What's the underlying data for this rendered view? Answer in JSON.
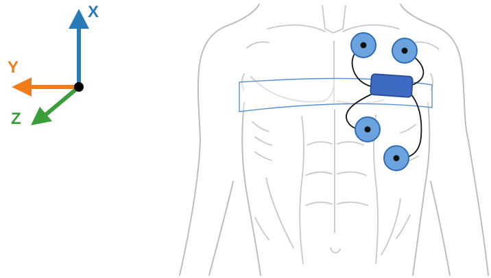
{
  "axes": {
    "x": {
      "label": "X",
      "color": "#2a7ab8"
    },
    "y": {
      "label": "Y",
      "color": "#f07d1a"
    },
    "z": {
      "label": "Z",
      "color": "#3a9e3a"
    },
    "origin_color": "#000000"
  },
  "strap": {
    "color": "#5a8fd6"
  },
  "device": {
    "fill": "#3d6bc4",
    "stroke": "#2a4f95"
  },
  "electrodes": {
    "fill": "#6aa3de",
    "stroke": "#2f6cb5",
    "dot": "#111111",
    "count": 4
  },
  "body_outline_color": "#bdbdbd"
}
